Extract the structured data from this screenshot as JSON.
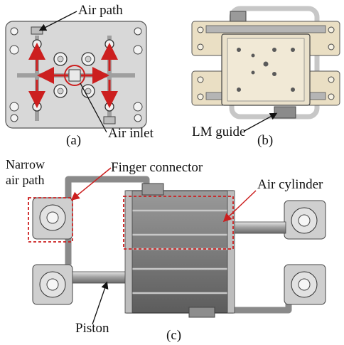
{
  "panels": {
    "a": {
      "caption": "(a)",
      "labels": {
        "air_path": "Air path",
        "air_inlet": "Air inlet"
      }
    },
    "b": {
      "caption": "(b)",
      "labels": {
        "lm_guide": "LM guide"
      }
    },
    "c": {
      "caption": "(c)",
      "labels": {
        "narrow_air_path": [
          "Narrow",
          "air path"
        ],
        "finger_connector": "Finger connector",
        "air_cylinder": "Air cylinder",
        "piston": "Piston"
      }
    }
  },
  "colors": {
    "highlight": "#cc1f1f",
    "metal": "#8e8e8e",
    "plate_a": "#d6d6d6",
    "plate_b": "#e8dcc0"
  }
}
